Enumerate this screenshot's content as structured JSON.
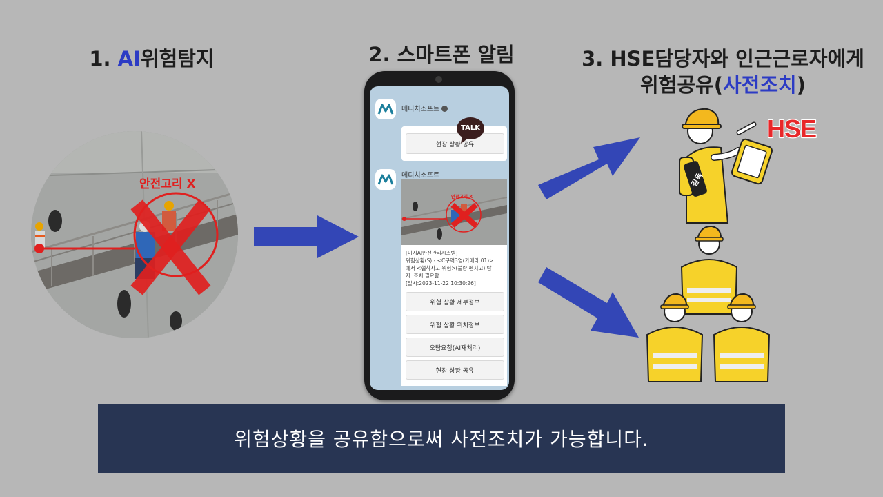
{
  "step1": {
    "number": "1. ",
    "highlight": "AI",
    "rest": "위험탐지",
    "alert_label": "안전고리 X"
  },
  "step2": {
    "title": "2. 스마트폰 알림",
    "chat": {
      "sender1": "메디치소프트",
      "talk_badge": "TALK",
      "share_button_top": "현장 상황 공유",
      "sender2": "메디치소프트",
      "thumb_label": "안전고리 X",
      "message_lines": [
        "[미지AI안전관리시스템]",
        "위험상황(S) - <C구역3열(카메라 01)>",
        "에서 <협착사고 위험>(불량 펜지고) 탐",
        "지. 조치 필요함.",
        "[일시:2023-11-22 10:30:26]"
      ],
      "buttons": [
        "위험 상황 세부정보",
        "위험 상황 위치정보",
        "오탐요청(AI재처리)",
        "현장 상황 공유"
      ]
    }
  },
  "step3": {
    "line1": "3. HSE담당자와 인근근로자에게",
    "line2_pre": "위험공유(",
    "line2_highlight": "사전조치",
    "line2_post": ")",
    "hse_badge": "HSE",
    "armband": "감독"
  },
  "caption": "위험상황을 공유함으로써 사전조치가 가능합니다.",
  "colors": {
    "background": "#b7b7b7",
    "accent_blue": "#2c3bc4",
    "arrow_blue": "#3346b6",
    "alert_red": "#e0201f",
    "caption_bar": "#283553",
    "vest_yellow": "#f6d22a"
  }
}
